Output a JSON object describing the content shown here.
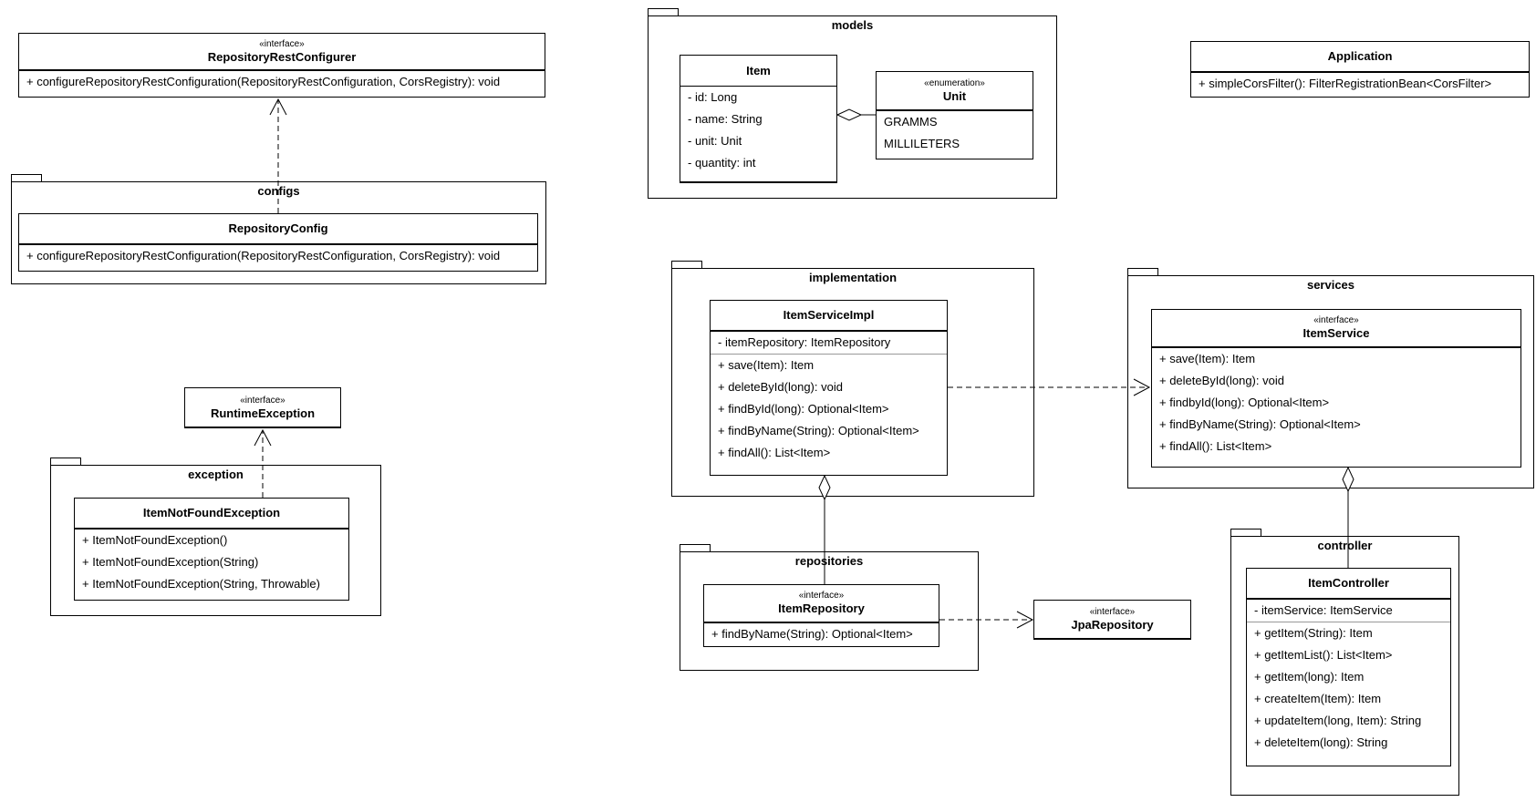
{
  "packages": {
    "configs": "configs",
    "models": "models",
    "implementation": "implementation",
    "services": "services",
    "exception": "exception",
    "repositories": "repositories",
    "controller": "controller"
  },
  "classes": {
    "repositoryRestConfigurer": {
      "stereotype": "«interface»",
      "name": "RepositoryRestConfigurer",
      "methods": [
        "+ configureRepositoryRestConfiguration(RepositoryRestConfiguration, CorsRegistry): void"
      ]
    },
    "repositoryConfig": {
      "name": "RepositoryConfig",
      "methods": [
        "+ configureRepositoryRestConfiguration(RepositoryRestConfiguration, CorsRegistry): void"
      ]
    },
    "item": {
      "name": "Item",
      "attributes": [
        "- id: Long",
        "- name: String",
        "- unit: Unit",
        "- quantity: int"
      ]
    },
    "unit": {
      "stereotype": "«enumeration»",
      "name": "Unit",
      "literals": [
        "GRAMMS",
        "MILLILETERS"
      ]
    },
    "application": {
      "name": "Application",
      "methods": [
        "+ simpleCorsFilter(): FilterRegistrationBean<CorsFilter>"
      ]
    },
    "itemServiceImpl": {
      "name": "ItemServiceImpl",
      "attributes": [
        "- itemRepository: ItemRepository"
      ],
      "methods": [
        "+ save(Item): Item",
        "+ deleteById(long): void",
        "+ findById(long): Optional<Item>",
        "+ findByName(String): Optional<Item>",
        "+ findAll(): List<Item>"
      ]
    },
    "itemService": {
      "stereotype": "«interface»",
      "name": "ItemService",
      "methods": [
        "+ save(Item): Item",
        "+ deleteById(long): void",
        "+ findbyId(long): Optional<Item>",
        "+ findByName(String): Optional<Item>",
        "+ findAll(): List<Item>"
      ]
    },
    "runtimeException": {
      "stereotype": "«interface»",
      "name": "RuntimeException"
    },
    "itemNotFoundException": {
      "name": "ItemNotFoundException",
      "methods": [
        "+ ItemNotFoundException()",
        "+ ItemNotFoundException(String)",
        "+ ItemNotFoundException(String, Throwable)"
      ]
    },
    "itemRepository": {
      "stereotype": "«interface»",
      "name": "ItemRepository",
      "methods": [
        "+ findByName(String): Optional<Item>"
      ]
    },
    "jpaRepository": {
      "stereotype": "«interface»",
      "name": "JpaRepository"
    },
    "itemController": {
      "name": "ItemController",
      "attributes": [
        "- itemService: ItemService"
      ],
      "methods": [
        "+ getItem(String): Item",
        "+ getItemList(): List<Item>",
        "+ getItem(long): Item",
        "+ createItem(Item): Item",
        "+ updateItem(long, Item): String",
        "+ deleteItem(long): String"
      ]
    }
  }
}
